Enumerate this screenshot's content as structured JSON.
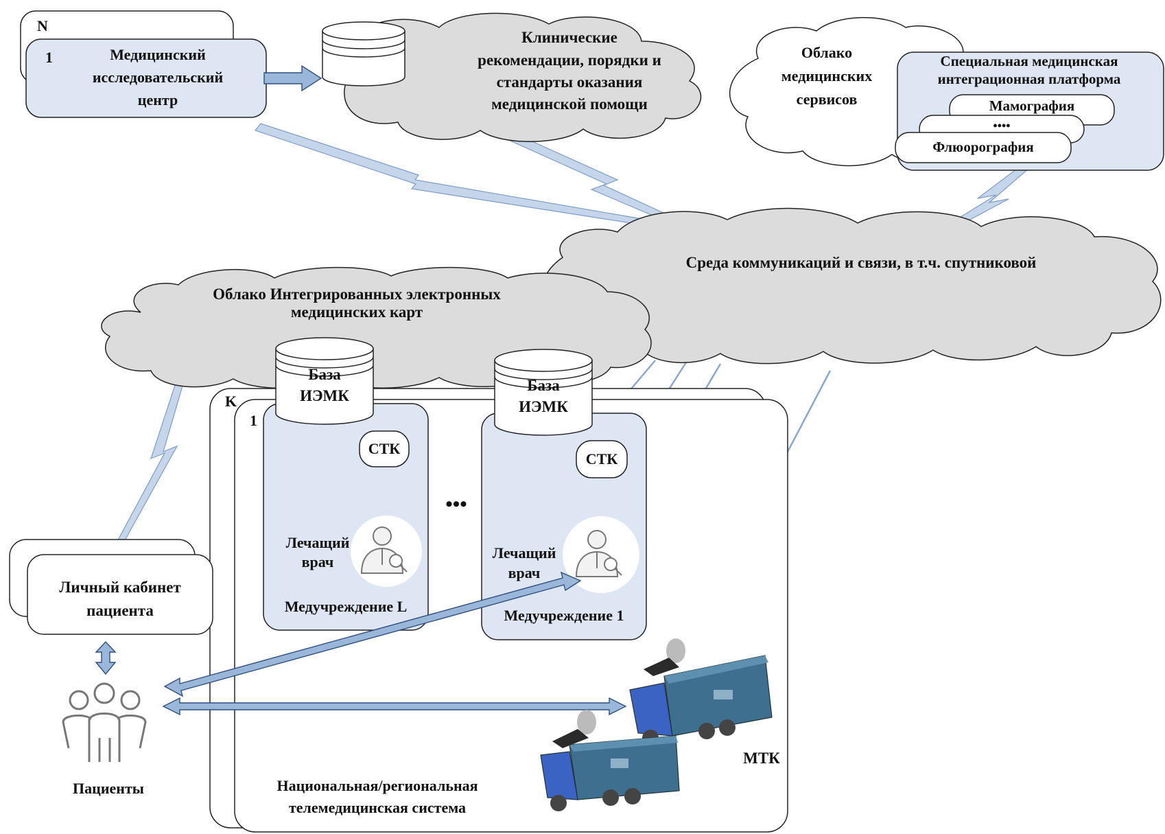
{
  "research_center": {
    "stack_top_label": "N",
    "stack_front_label": "1",
    "title_lines": [
      "Медицинский",
      "исследовательский",
      "центр"
    ]
  },
  "guidelines_cloud": {
    "lines": [
      "Клинические",
      "рекомендации, порядки и",
      "стандарты оказания",
      "медицинской помощи"
    ]
  },
  "services_cloud": {
    "lines": [
      "Облако",
      "медицинских",
      "сервисов"
    ]
  },
  "platform": {
    "title_lines": [
      "Специальная медицинская",
      "интеграционная платформа"
    ],
    "items": [
      "Мамография",
      "••••",
      "Флюорография"
    ]
  },
  "comm_cloud": {
    "label": "Среда коммуникаций и связи, в т.ч. спутниковой"
  },
  "iemk_cloud": {
    "lines": [
      "Облако Интегрированных электронных",
      "медицинских карт"
    ]
  },
  "telemed_system": {
    "stack_top_label": "K",
    "stack_front_label": "1",
    "title_lines": [
      "Национальная/региональная",
      "телемедицинская система"
    ],
    "ellipsis": "•••",
    "mtk_label": "МТК"
  },
  "institutions": [
    {
      "db_lines": [
        "База",
        "ИЭМК"
      ],
      "stk": "СТК",
      "doctor_lines": [
        "Лечащий",
        "врач"
      ],
      "name": "Медучреждение L"
    },
    {
      "db_lines": [
        "База",
        "ИЭМК"
      ],
      "stk": "СТК",
      "doctor_lines": [
        "Лечащий",
        "врач"
      ],
      "name": "Медучреждение 1"
    }
  ],
  "patient_cabinet": {
    "lines": [
      "Личный кабинет",
      "пациента"
    ]
  },
  "patients": {
    "label": "Пациенты"
  }
}
